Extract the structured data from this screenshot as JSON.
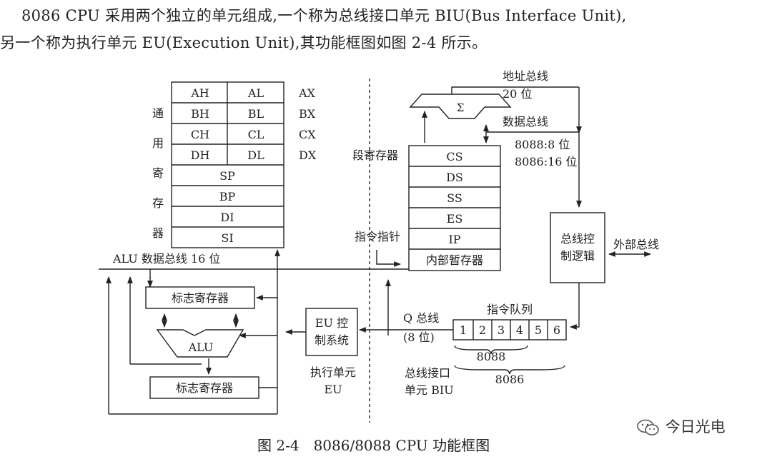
{
  "text": {
    "para1": "8086 CPU 采用两个独立的单元组成,一个称为总线接口单元 BIU(Bus Interface Unit),",
    "para2": "另一个称为执行单元 EU(Execution Unit),其功能框图如图 2-4 所示。",
    "caption": "图 2-4　8086/8088 CPU 功能框图"
  },
  "watermark": {
    "text": "今日光电",
    "icon": "wechat-icon"
  },
  "diagram": {
    "general_regs": {
      "label_chars": [
        "通",
        "用",
        "寄",
        "存",
        "器"
      ],
      "split_rows": [
        {
          "hi": "AH",
          "lo": "AL",
          "name": "AX"
        },
        {
          "hi": "BH",
          "lo": "BL",
          "name": "BX"
        },
        {
          "hi": "CH",
          "lo": "CL",
          "name": "CX"
        },
        {
          "hi": "DH",
          "lo": "DL",
          "name": "DX"
        }
      ],
      "full_rows": [
        "SP",
        "BP",
        "DI",
        "SI"
      ]
    },
    "alu_bus": "ALU 数据总线 16 位",
    "flag_top": "标志寄存器",
    "flag_bottom": "标志寄存器",
    "alu": "ALU",
    "eu_ctrl": [
      "EU 控",
      "制系统"
    ],
    "eu_label": [
      "执行单元",
      "EU"
    ],
    "sigma": "Σ",
    "addr_bus": [
      "地址总线",
      "20 位"
    ],
    "data_bus": [
      "数据总线",
      "8088:8 位",
      "8086:16 位"
    ],
    "seg_label": "段寄存器",
    "seg_regs": [
      "CS",
      "DS",
      "SS",
      "ES",
      "IP",
      "内部暂存器"
    ],
    "ip_label": "指令指针",
    "bus_ctrl": [
      "总线控",
      "制逻辑"
    ],
    "ext_bus": "外部总线",
    "queue_label": "指令队列",
    "queue_cells": [
      "1",
      "2",
      "3",
      "4",
      "5",
      "6"
    ],
    "q_bus": [
      "Q 总线",
      "(8 位)"
    ],
    "q8088": "8088",
    "q8086": "8086",
    "biu_label": [
      "总线接口",
      "单元 BIU"
    ]
  }
}
